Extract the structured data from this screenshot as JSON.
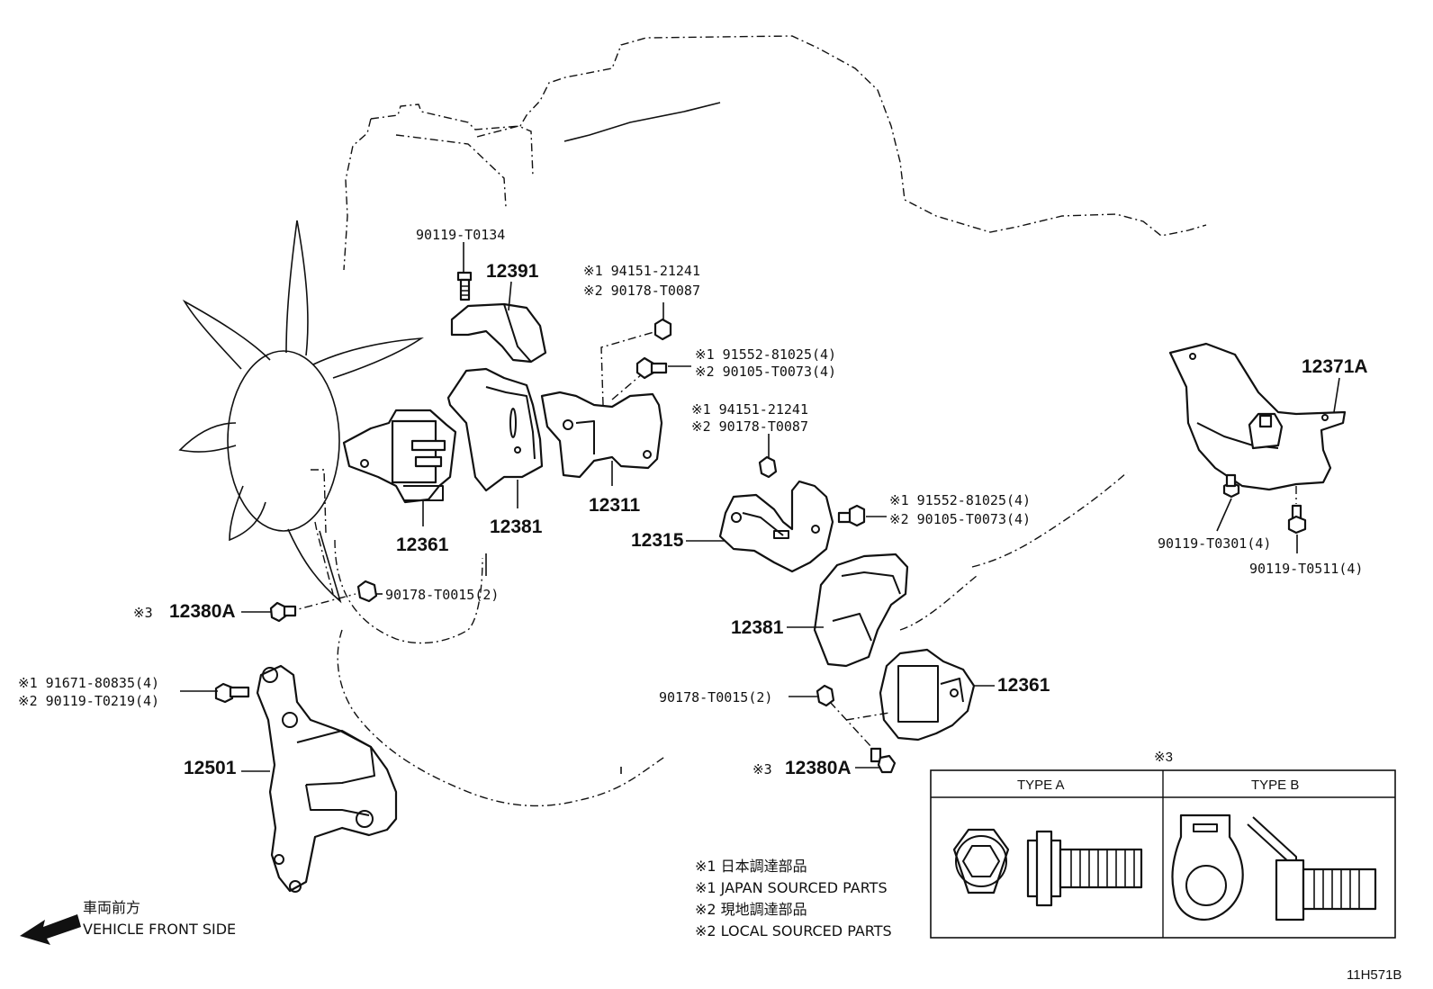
{
  "labels": {
    "p90119_t0134": "90119-T0134",
    "p12391": "12391",
    "p94151_a": "※1 94151-21241",
    "p90178_t0087_a": "※2 90178-T0087",
    "p91552_a": "※1  91552-81025(4)",
    "p90105_a": "※2  90105-T0073(4)",
    "p94151_b": "※1 94151-21241",
    "p90178_t0087_b": "※2 90178-T0087",
    "p12361_a": "12361",
    "p12381_a": "12381",
    "p12311": "12311",
    "p12315": "12315",
    "p91552_b": "※1  91552-81025(4)",
    "p90105_b": "※2  90105-T0073(4)",
    "p12371a": "12371A",
    "p90119_t0301": "90119-T0301(4)",
    "p90119_t0511": "90119-T0511(4)",
    "p12380a_a_mark": "※3",
    "p12380a_a": "12380A",
    "p90178_t0015_a": "90178-T0015(2)",
    "p12381_b": "12381",
    "p91671": "※1  91671-80835(4)",
    "p90119_t0219": "※2  90119-T0219(4)",
    "p12501": "12501",
    "p90178_t0015_b": "90178-T0015(2)",
    "p12361_b": "12361",
    "p12380a_b_mark": "※3",
    "p12380a_b": "12380A"
  },
  "type_table": {
    "title": "※3",
    "col_a": "TYPE A",
    "col_b": "TYPE B"
  },
  "notes": [
    "※1 日本調達部品",
    "※1 JAPAN SOURCED PARTS",
    "※2 現地調達部品",
    "※2 LOCAL SOURCED PARTS"
  ],
  "direction": {
    "jp": "車両前方",
    "en": "VEHICLE FRONT SIDE",
    "icon": "left-arrow-icon"
  },
  "figure_code": "11H571B"
}
